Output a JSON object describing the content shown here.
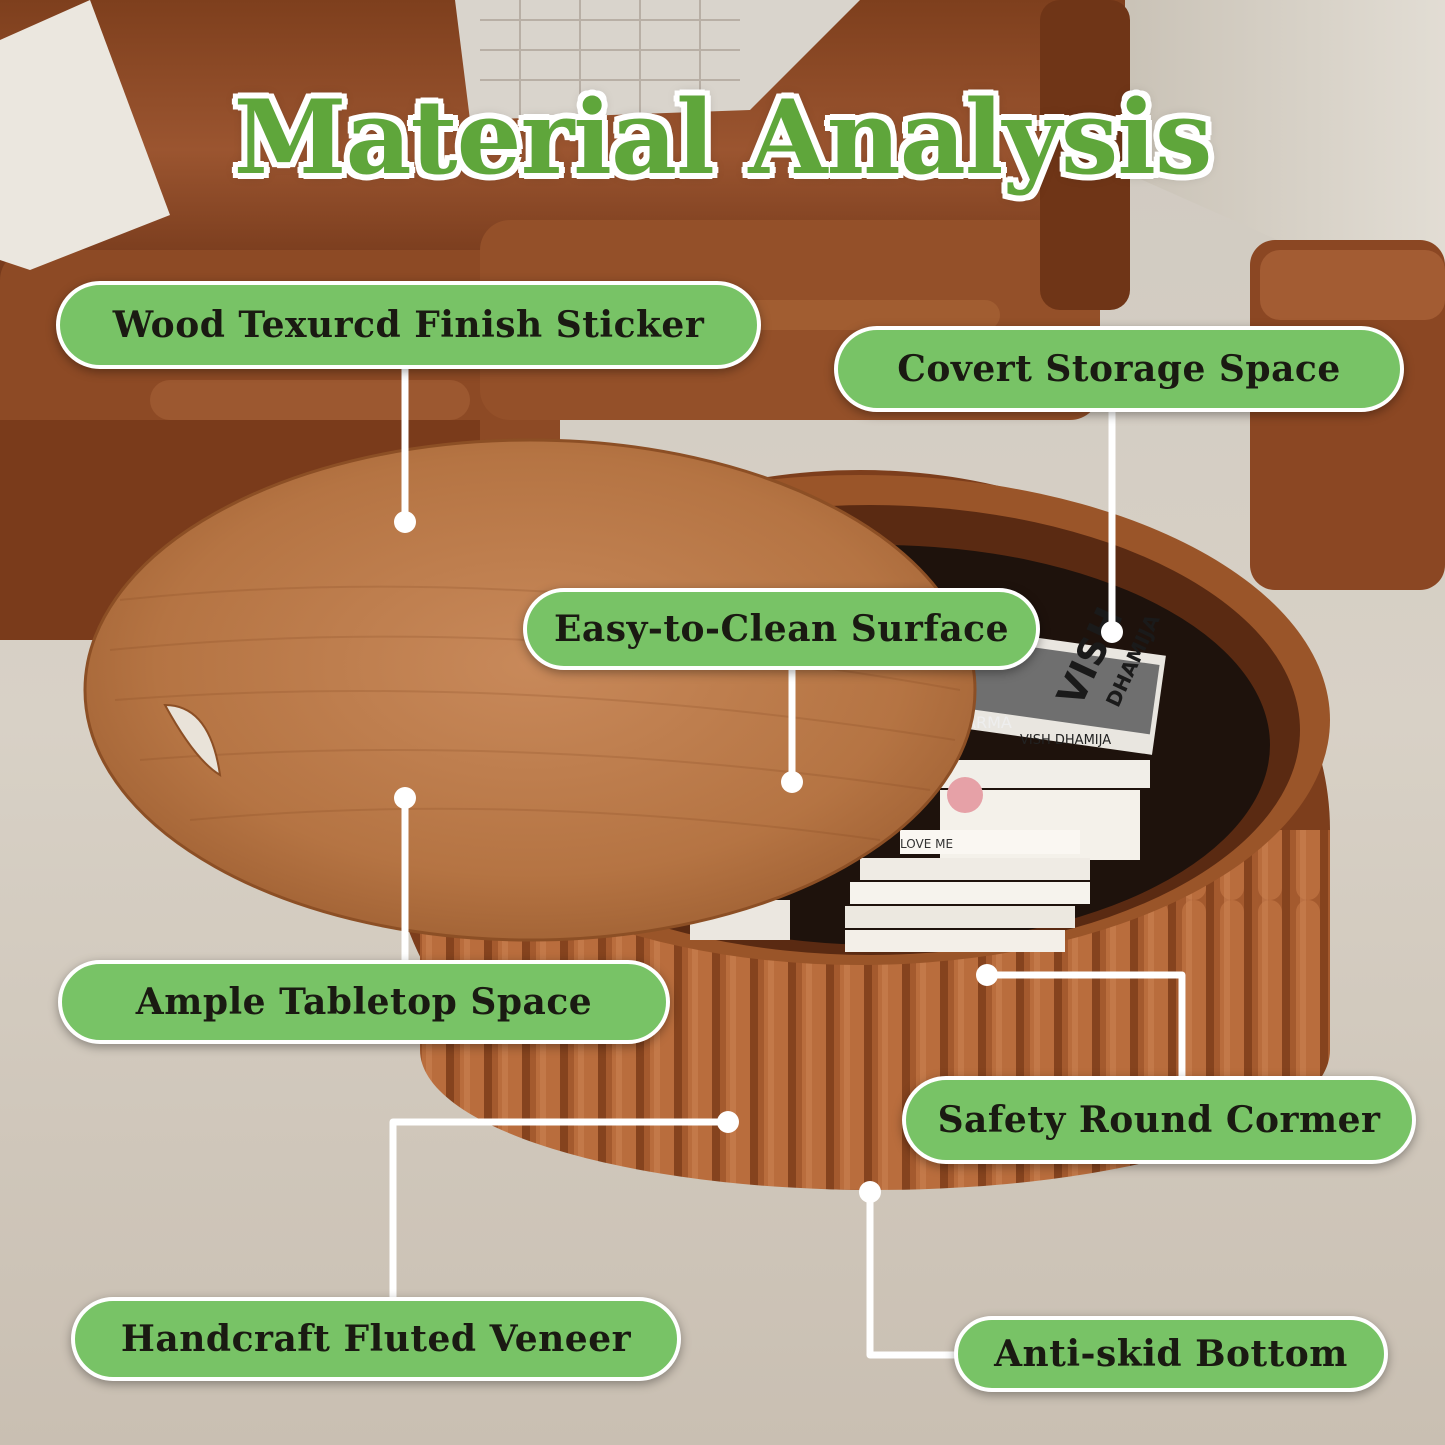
{
  "title": "Material Analysis",
  "labels": {
    "wood_finish": "Wood Texurcd  Finish Sticker",
    "covert_storage": "Covert Storage Space",
    "easy_clean": "Easy-to-Clean Surface",
    "tabletop": "Ample Tabletop Space",
    "round_corner": "Safety Round Cormer",
    "fluted_veneer": "Handcraft Fluted Veneer",
    "anti_skid": "Anti-skid Bottom"
  },
  "book_text": {
    "spine_1": "VISH",
    "spine_2": "DHAMIJA",
    "cover_1": "ARMA",
    "cover_2": "VISH DHAMIJA",
    "cover_3": "LOVE ME"
  },
  "colors": {
    "label_fill": "#78c366",
    "label_border": "#ffffff",
    "title_color": "#5fa63b",
    "wood": "#b06b38",
    "sofa": "#8a4a24"
  }
}
